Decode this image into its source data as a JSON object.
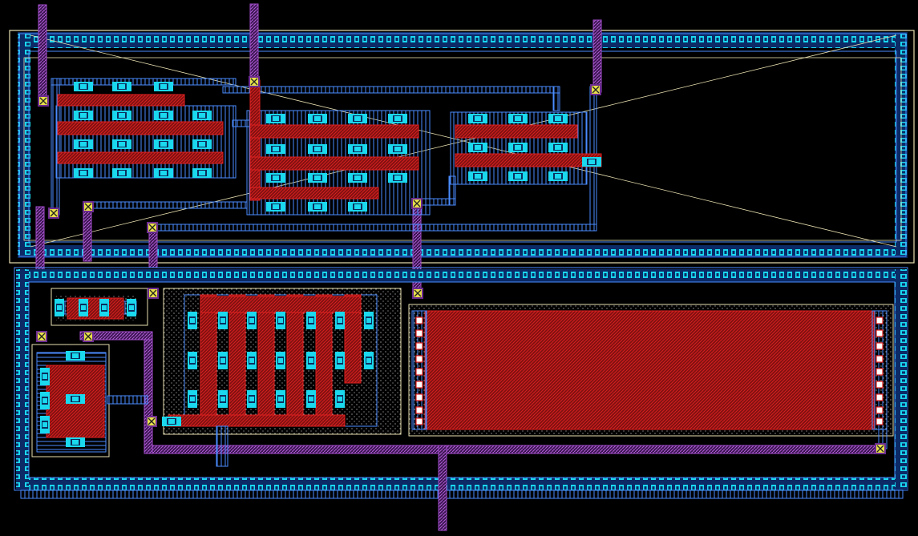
{
  "view": {
    "type": "ic-layout-editor-canvas",
    "background": "#000000"
  },
  "layers": {
    "metal1": {
      "color": "#4a8cff",
      "pattern": "hatch-vertical"
    },
    "poly": {
      "color": "#ff2a2a",
      "fill": "#7a0f0f",
      "pattern": "crosshatch"
    },
    "contact": {
      "color": "#00e5ff",
      "pattern": "solid"
    },
    "metal2": {
      "color": "#a34dcc",
      "pattern": "hatch-diagonal"
    },
    "via": {
      "color": "#e8e04a",
      "pattern": "cross-box"
    },
    "nwell_outline": {
      "color": "#e8e0b0",
      "pattern": "outline"
    },
    "implant_dots": {
      "color": "#ffffff",
      "pattern": "dots"
    },
    "instance_box": {
      "color": "#fff4b0",
      "pattern": "outline"
    }
  },
  "blocks": [
    {
      "id": "top-cell",
      "contains": [
        "transistor-array-left",
        "transistor-array-mid",
        "transistor-array-right"
      ]
    },
    {
      "id": "bottom-cell",
      "contains": [
        "small-device",
        "resistor-stack",
        "transistor-array-bottom",
        "poly-resistor-large"
      ]
    }
  ],
  "vias_count": 12
}
